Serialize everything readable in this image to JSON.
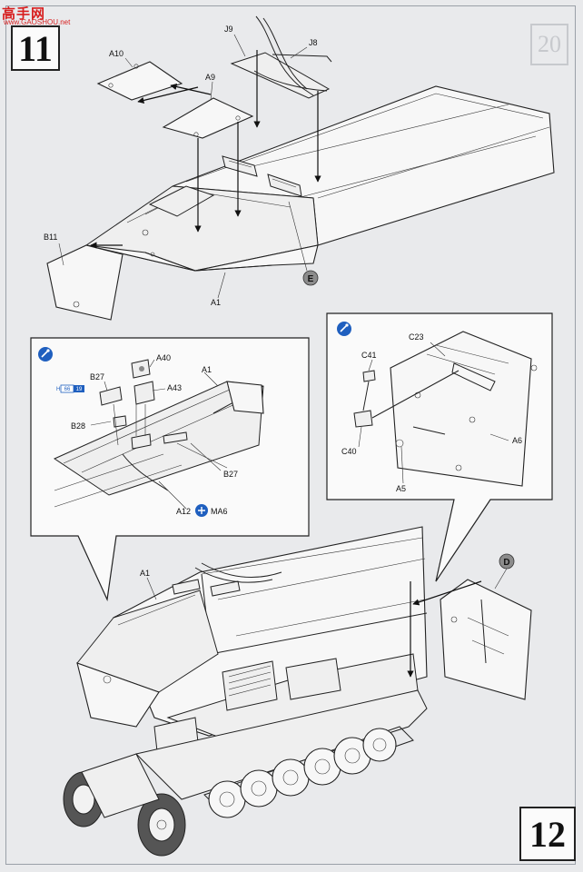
{
  "watermark": {
    "text": "高手网",
    "sub": "www.GAOSHOU.net"
  },
  "steps": {
    "step_a": "11",
    "step_b": "12"
  },
  "page_number_ghost": "20",
  "callouts": {
    "E": "E",
    "D": "D"
  },
  "step11_labels": {
    "j9": "J9",
    "j8": "J8",
    "a10": "A10",
    "a9": "A9",
    "b11": "B11",
    "a1": "A1"
  },
  "detail_left": {
    "a40": "A40",
    "a1": "A1",
    "a43": "A43",
    "b27_top": "B27",
    "ref_badge_num": "66",
    "ref_badge_step": "19",
    "ref_prefix": "H",
    "b28": "B28",
    "b27_bottom": "B27",
    "a12": "A12",
    "ma6": "MA6"
  },
  "detail_right": {
    "c23": "C23",
    "c41": "C41",
    "a6": "A6",
    "c40": "C40",
    "a5": "A5"
  },
  "main_labels": {
    "a1": "A1"
  },
  "colors": {
    "ink": "#222222",
    "paper": "#e9eaec",
    "badge_blue": "#1f5fbf"
  }
}
